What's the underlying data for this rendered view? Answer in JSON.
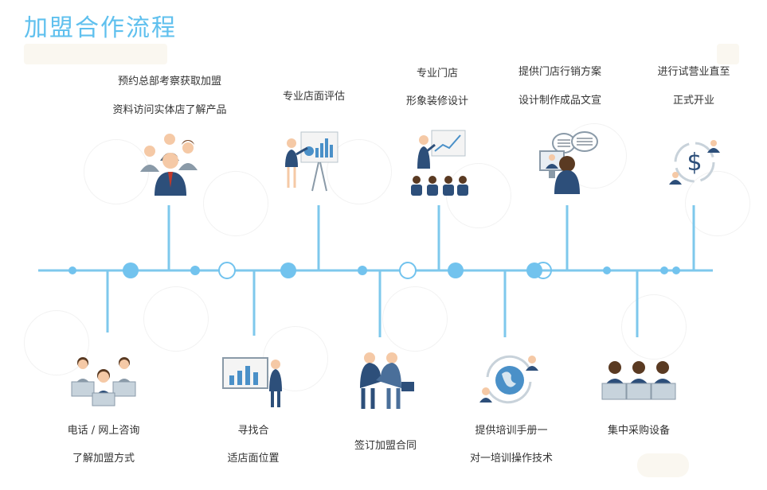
{
  "title": "加盟合作流程",
  "colors": {
    "line": "#7ec8ec",
    "node": "#72c3ee",
    "accent": "#5fc0ee",
    "figure_dark": "#2d4f7a",
    "figure_skin": "#f5c9a6"
  },
  "steps_top": [
    {
      "line1": "预约总部考察获取加盟",
      "line2": "资料访问实体店了解产品",
      "icon": "team-icon"
    },
    {
      "line1": "专业店面评估",
      "line2": "",
      "icon": "presenter-icon"
    },
    {
      "line1": "专业门店",
      "line2": "形象装修设计",
      "icon": "design-meeting-icon"
    },
    {
      "line1": "提供门店行销方案",
      "line2": "设计制作成品文宣",
      "icon": "consultation-icon"
    },
    {
      "line1": "进行试营业直至",
      "line2": "正式开业",
      "icon": "money-icon"
    }
  ],
  "steps_bottom": [
    {
      "line1": "电话 / 网上咨询",
      "line2": "了解加盟方式",
      "icon": "call-center-icon"
    },
    {
      "line1": "寻找合",
      "line2": "适店面位置",
      "icon": "chart-presentation-icon"
    },
    {
      "line1": "签订加盟合同",
      "line2": "",
      "icon": "handshake-icon"
    },
    {
      "line1": "提供培训手册一",
      "line2": "对一培训操作技术",
      "icon": "globe-training-icon"
    },
    {
      "line1": "集中采购设备",
      "line2": "",
      "icon": "purchase-team-icon"
    }
  ]
}
